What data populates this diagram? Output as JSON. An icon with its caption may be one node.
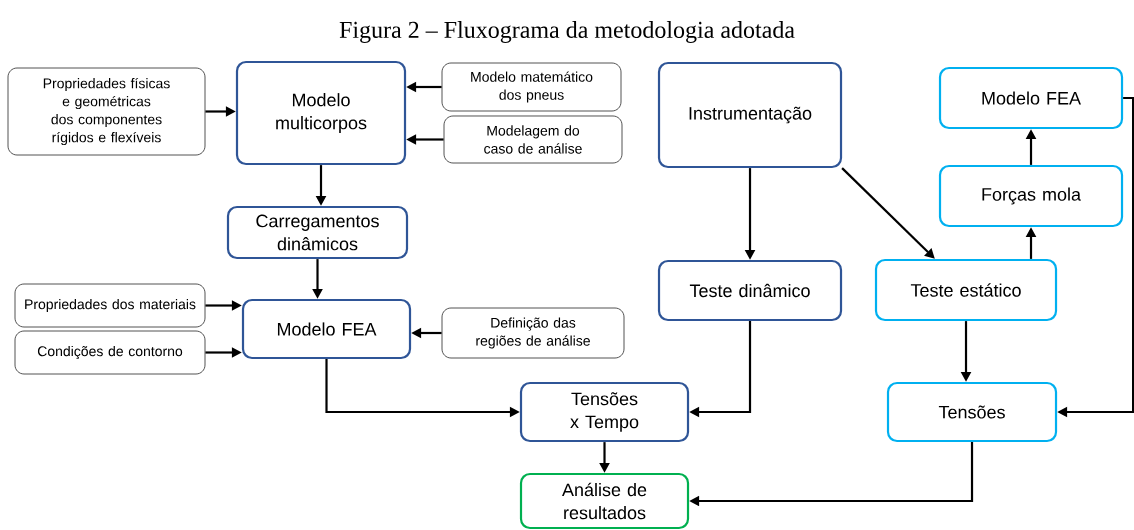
{
  "diagram": {
    "title": "Figura 2 – Fluxograma da metodologia adotada",
    "nodes": [
      {
        "text": [
          "Propriedades físicas e geométricas dos componentes rígidos e flexíveis"
        ]
      },
      {
        "text": [
          "Modelo multicorpos"
        ]
      },
      {
        "text": [
          "Modelo matemático dos pneus"
        ]
      },
      {
        "text": [
          "Modelagem do caso de análise"
        ]
      },
      {
        "text": [
          "Carregamentos dinâmicos"
        ]
      },
      {
        "text": [
          "Propriedades dos materiais"
        ]
      },
      {
        "text": [
          "Condições de contorno"
        ]
      },
      {
        "text": [
          "Modelo FEA"
        ]
      },
      {
        "text": [
          "Definição das regiões de análise"
        ]
      },
      {
        "text": [
          "Instrumentação"
        ]
      },
      {
        "text": [
          "Teste dinâmico"
        ]
      },
      {
        "text": [
          "Modelo FEA"
        ]
      },
      {
        "text": [
          "Forças mola"
        ]
      },
      {
        "text": [
          "Teste estático"
        ]
      },
      {
        "text": [
          "Tensões x Tempo"
        ]
      },
      {
        "text": [
          "Tensões"
        ]
      },
      {
        "text": [
          "Análise de resultados"
        ]
      }
    ],
    "edges": [
      {
        "from": 0,
        "to": 1,
        "arrow": "to"
      },
      {
        "from": 2,
        "to": 1,
        "arrow": "to"
      },
      {
        "from": 3,
        "to": 1,
        "arrow": "to"
      },
      {
        "from": 1,
        "to": 4,
        "arrow": "to"
      },
      {
        "from": 4,
        "to": 7,
        "arrow": "to"
      },
      {
        "from": 5,
        "to": 7,
        "arrow": "to"
      },
      {
        "from": 6,
        "to": 7,
        "arrow": "to"
      },
      {
        "from": 8,
        "to": 7,
        "arrow": "to"
      },
      {
        "from": 7,
        "to": 14,
        "arrow": "to"
      },
      {
        "from": 14,
        "to": 16,
        "arrow": "to"
      },
      {
        "from": 9,
        "to": 10,
        "arrow": "to"
      },
      {
        "from": 9,
        "to": 13,
        "arrow": "to"
      },
      {
        "from": 13,
        "to": 12,
        "arrow": "to"
      },
      {
        "from": 12,
        "to": 11,
        "arrow": "to"
      },
      {
        "from": 10,
        "to": 14,
        "arrow": "to"
      },
      {
        "from": 13,
        "to": 15,
        "arrow": "to"
      },
      {
        "from": 15,
        "to": 16,
        "arrow": "to"
      },
      {
        "from": 11,
        "to": 15,
        "arrow": "to"
      }
    ]
  }
}
